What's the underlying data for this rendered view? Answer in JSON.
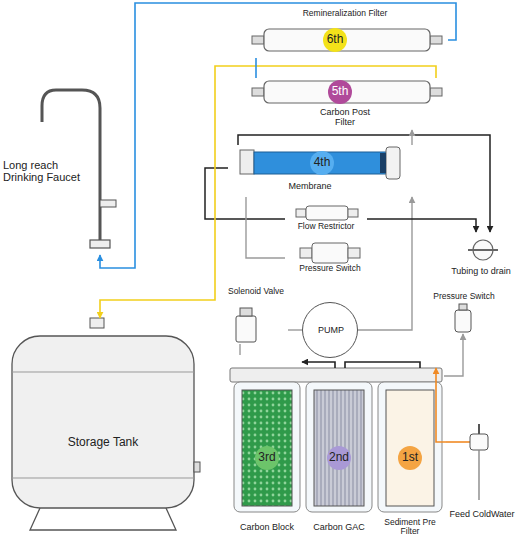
{
  "diagram": {
    "nodes": [
      {
        "text": [
          "Remineralization Filter",
          "6th"
        ]
      },
      {
        "text": [
          "5th",
          "Carbon Post Filter"
        ]
      },
      {
        "text": [
          "4th",
          "Membrane"
        ]
      },
      {
        "text": [
          "Flow Restrictor"
        ]
      },
      {
        "text": [
          "Pressure Switch"
        ]
      },
      {
        "text": [
          "Tubing to drain"
        ]
      },
      {
        "text": [
          "Long reach Drinking Faucet"
        ]
      },
      {
        "text": [
          "Storage Tank"
        ]
      },
      {
        "text": [
          "Solenoid Valve"
        ]
      },
      {
        "text": [
          "PUMP"
        ]
      },
      {
        "text": [
          "Pressure Switch"
        ]
      },
      {
        "text": [
          "3rd",
          "Carbon Block"
        ]
      },
      {
        "text": [
          "2nd",
          "Carbon GAC"
        ]
      },
      {
        "text": [
          "1st",
          "Sediment Pre Filter"
        ]
      },
      {
        "text": [
          "Feed ColdWater"
        ]
      }
    ],
    "edges": [
      {
        "from": 14,
        "to": 13,
        "arrow": "to"
      },
      {
        "from": 13,
        "to": 12,
        "arrow": "none"
      },
      {
        "from": 12,
        "to": 11,
        "arrow": "to"
      },
      {
        "from": 11,
        "to": 8,
        "arrow": "none"
      },
      {
        "from": 8,
        "to": 9,
        "arrow": "none"
      },
      {
        "from": 9,
        "to": 2,
        "arrow": "to"
      },
      {
        "from": 13,
        "to": 10,
        "arrow": "to"
      },
      {
        "from": 2,
        "to": 3,
        "arrow": "none"
      },
      {
        "from": 3,
        "to": 5,
        "arrow": "to"
      },
      {
        "from": 2,
        "to": 5,
        "arrow": "to"
      },
      {
        "from": 2,
        "to": 1,
        "arrow": "to"
      },
      {
        "from": 2,
        "to": 4,
        "arrow": "none"
      },
      {
        "from": 1,
        "to": 7,
        "arrow": "to"
      },
      {
        "from": 1,
        "to": 0,
        "arrow": "none"
      },
      {
        "from": 0,
        "to": 6,
        "arrow": "to"
      }
    ]
  }
}
